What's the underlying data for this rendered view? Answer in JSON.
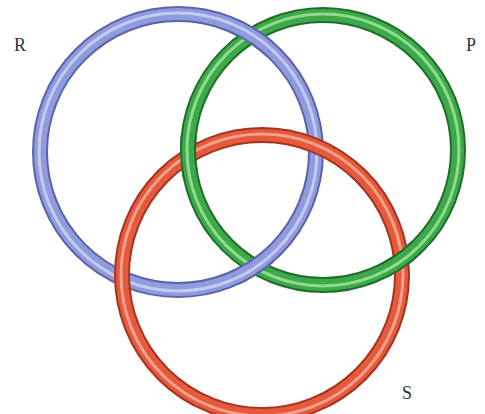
{
  "diagram": {
    "labels": [
      "R",
      "P",
      "S"
    ]
  }
}
